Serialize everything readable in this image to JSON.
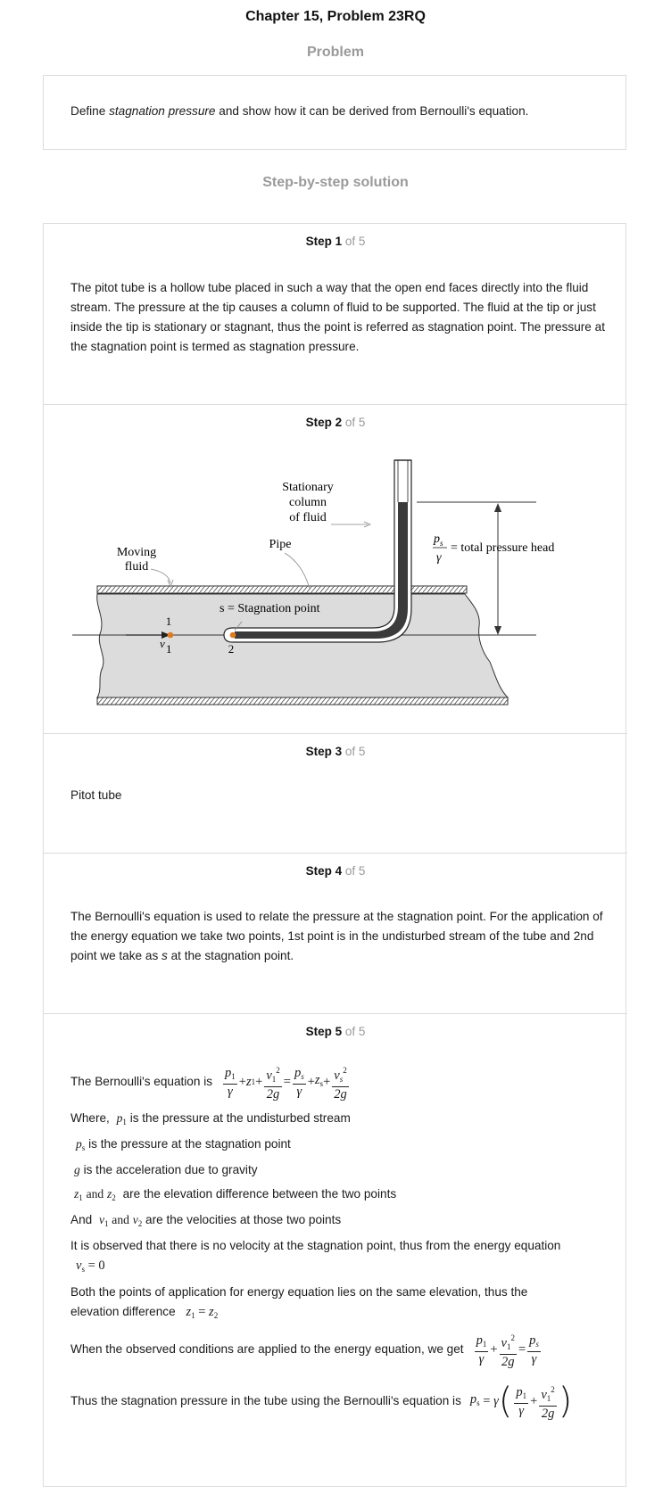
{
  "header": {
    "title": "Chapter 15, Problem 23RQ"
  },
  "problem": {
    "heading": "Problem",
    "text_before": "Define ",
    "text_italic": "stagnation pressure",
    "text_after": " and show how it can be derived from Bernoulli's equation."
  },
  "solution": {
    "heading": "Step-by-step solution"
  },
  "steps": [
    {
      "label": "Step 1",
      "of": " of 5",
      "text": "The pitot tube is a hollow tube placed in such a way that the open end faces directly into the fluid stream. The pressure at the tip causes a column of fluid to be supported. The fluid at the tip or just inside the tip is stationary or stagnant, thus the point is referred as stagnation point. The pressure at the stagnation point is termed as stagnation pressure."
    },
    {
      "label": "Step 2",
      "of": " of 5",
      "figure": {
        "stationary_label": [
          "Stationary",
          "column",
          "of fluid"
        ],
        "pipe_label": "Pipe",
        "moving_label": [
          "Moving",
          "fluid"
        ],
        "stagnation_label": "s = Stagnation point",
        "point1": "1",
        "point2": "2",
        "v_label": "v",
        "v_sub": "1",
        "ps_num": "p",
        "ps_sub": "s",
        "ps_den": "γ",
        "total_head_label": "= total pressure head"
      }
    },
    {
      "label": "Step 3",
      "of": " of 5",
      "text": "Pitot tube"
    },
    {
      "label": "Step 4",
      "of": " of 5",
      "text_before": "The Bernoulli's equation is used to relate the pressure at the stagnation point. For the application of the energy equation we take two points, 1st point is in the undisturbed stream of the tube and 2nd point we take as ",
      "text_italic": "s",
      "text_after": " at the stagnation point."
    },
    {
      "label": "Step 5",
      "of": " of 5",
      "eq_intro": "The Bernoulli's equation is",
      "where_prefix": "Where,",
      "p1_desc": "is the pressure at the undisturbed stream",
      "ps_desc": "is the pressure at the stagnation point",
      "g_desc": "is the acceleration due to gravity",
      "z_and": "and",
      "z_desc": "are the elevation difference between the two points",
      "v_prefix": "And",
      "v_and": "and",
      "v_desc": "are the velocities at those two points",
      "observed_text": "It is observed that there is no velocity at the stagnation point, thus from the energy equation",
      "both_points_text_1": "Both the points of application for energy equation lies on the same elevation, thus the",
      "both_points_text_2": "elevation difference",
      "applied_text": "When the observed conditions are applied to the energy equation, we get",
      "thus_text": "Thus the stagnation pressure in the tube using the Bernoulli's equation is"
    }
  ]
}
